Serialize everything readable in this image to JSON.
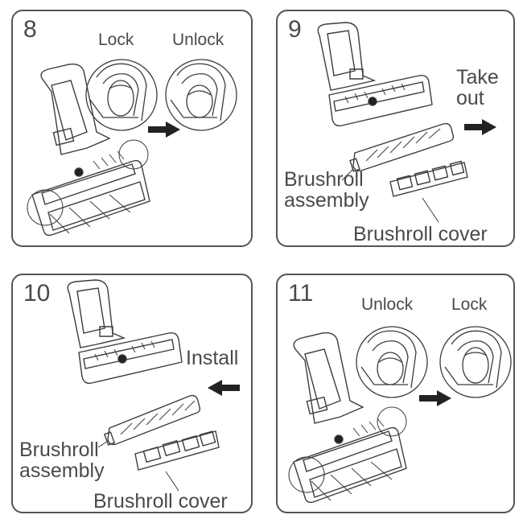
{
  "panels": [
    {
      "step": "8",
      "labels": {
        "left_circle": "Lock",
        "right_circle": "Unlock"
      }
    },
    {
      "step": "9",
      "labels": {
        "action": "Take\nout",
        "assembly": "Brushroll\nassembly",
        "cover": "Brushroll cover"
      }
    },
    {
      "step": "10",
      "labels": {
        "action": "Install",
        "assembly": "Brushroll\nassembly",
        "cover": "Brushroll cover"
      }
    },
    {
      "step": "11",
      "labels": {
        "left_circle": "Unlock",
        "right_circle": "Lock"
      }
    }
  ],
  "colors": {
    "line": "#3c3c3c",
    "border": "#555555",
    "arrow": "#222222"
  }
}
